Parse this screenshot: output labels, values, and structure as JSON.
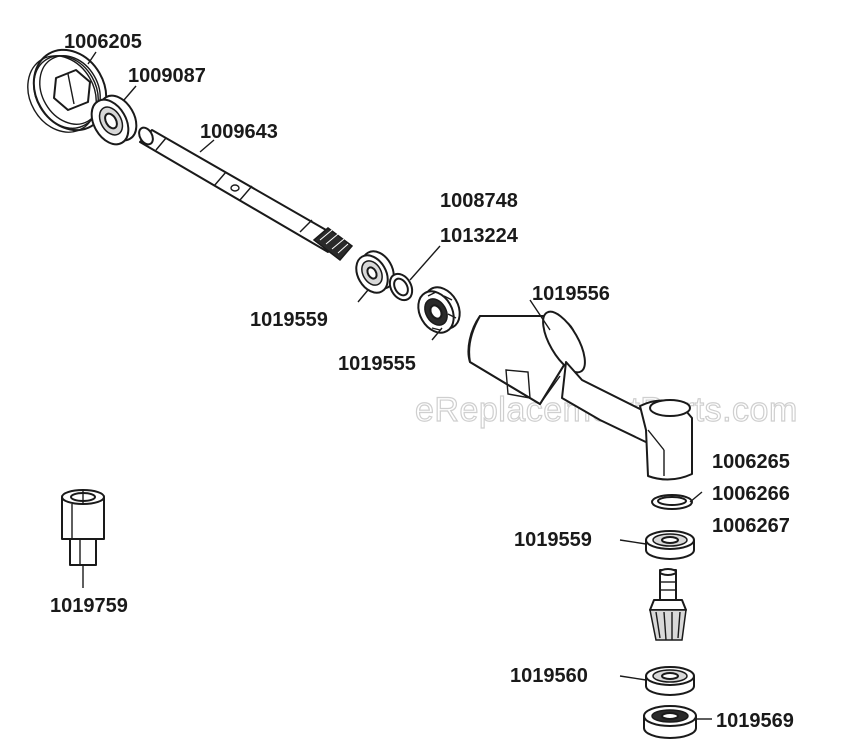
{
  "watermark": "eReplacementParts.com",
  "labels": {
    "p1006205": "1006205",
    "p1009087": "1009087",
    "p1009643": "1009643",
    "p1008748": "1008748",
    "p1013224": "1013224",
    "p1019559_top": "1019559",
    "p1019555": "1019555",
    "p1019556": "1019556",
    "p1006265": "1006265",
    "p1006266": "1006266",
    "p1006267": "1006267",
    "p1019559_bottom": "1019559",
    "p1019759": "1019759",
    "p1019560": "1019560",
    "p1019569": "1019569"
  }
}
